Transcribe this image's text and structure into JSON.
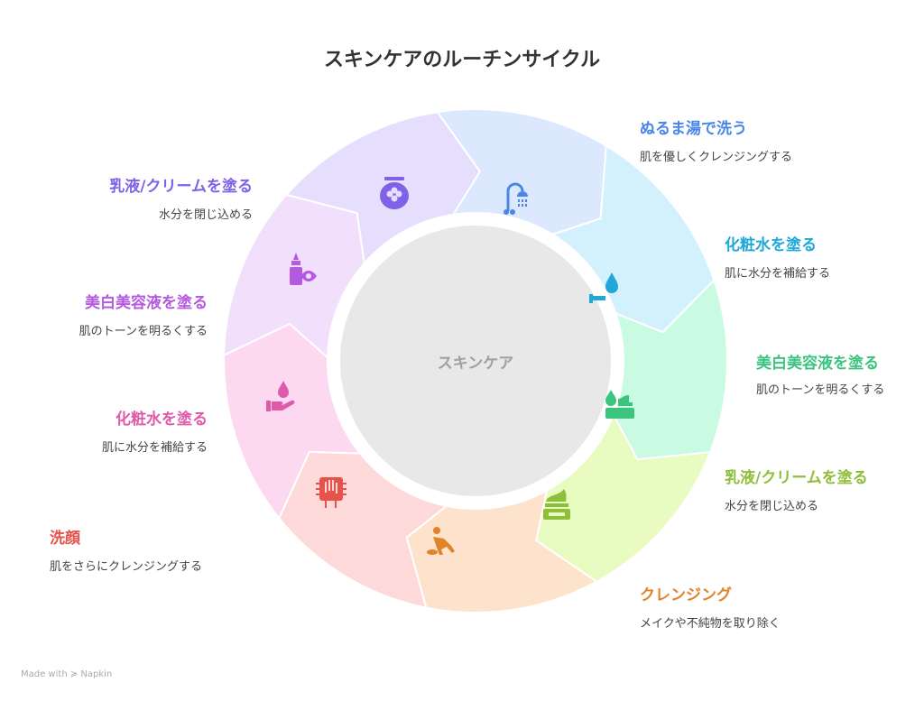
{
  "title": "スキンケアのルーチンサイクル",
  "center": "スキンケア",
  "footer": "Made with ≽ Napkin",
  "segments": [
    {
      "icon": "shower-icon",
      "bg": "#dce8fd",
      "color": "#4a86e8",
      "title": "ぬるま湯で洗う",
      "desc": "肌を優しくクレンジングする"
    },
    {
      "icon": "hand-water-drop-icon",
      "bg": "#d3f1fc",
      "color": "#1fa8d8",
      "title": "化粧水を塗る",
      "desc": "肌に水分を補給する"
    },
    {
      "icon": "serum-cream-icon",
      "bg": "#c9fbe3",
      "color": "#3cc47f",
      "title": "美白美容液を塗る",
      "desc": "肌のトーンを明るくする"
    },
    {
      "icon": "cream-jar-icon",
      "bg": "#e8fbc0",
      "color": "#8fbf3a",
      "title": "乳液/クリームを塗る",
      "desc": "水分を閉じ込める"
    },
    {
      "icon": "scrubbing-person-icon",
      "bg": "#fde3cb",
      "color": "#e0832a",
      "title": "クレンジング",
      "desc": "メイクや不純物を取り除く"
    },
    {
      "icon": "hand-wash-icon",
      "bg": "#fdd9d9",
      "color": "#e5534b",
      "title": "洗顔",
      "desc": "肌をさらにクレンジングする"
    },
    {
      "icon": "hand-drop-icon",
      "bg": "#fcd9f1",
      "color": "#df5aa9",
      "title": "化粧水を塗る",
      "desc": "肌に水分を補給する"
    },
    {
      "icon": "eye-dropper-bottle-icon",
      "bg": "#f1dffb",
      "color": "#b35ae0",
      "title": "美白美容液を塗る",
      "desc": "肌のトーンを明るくする"
    },
    {
      "icon": "honey-jar-icon",
      "bg": "#e5defd",
      "color": "#7f62e8",
      "title": "乳液/クリームを塗る",
      "desc": "水分を閉じ込める"
    }
  ]
}
